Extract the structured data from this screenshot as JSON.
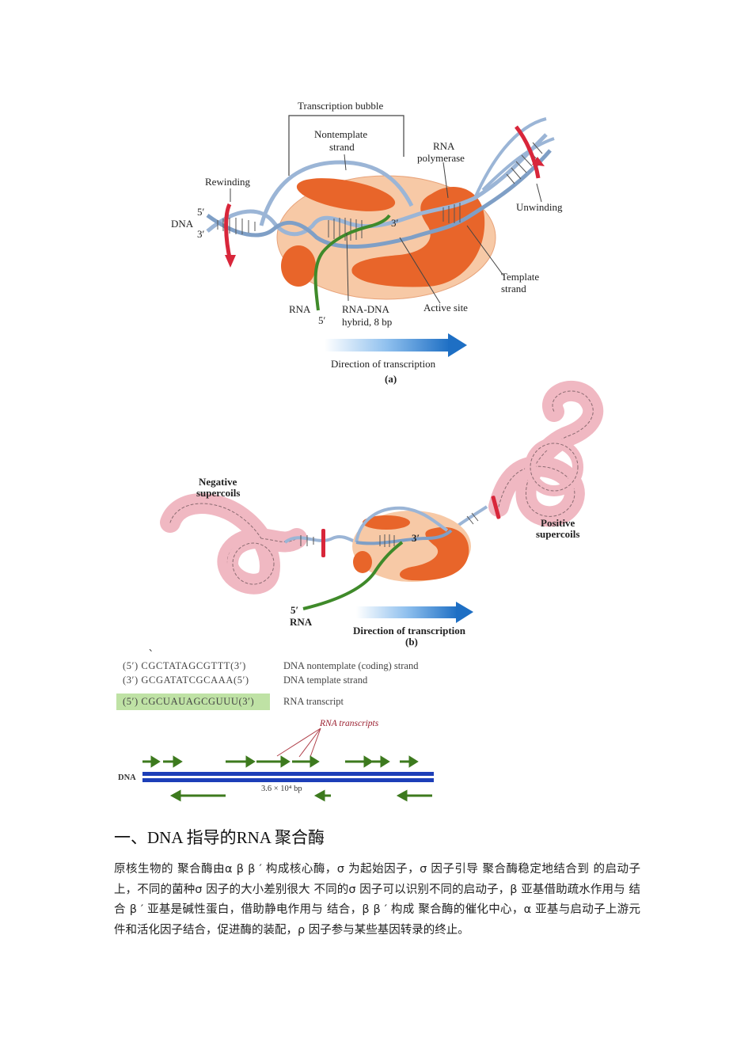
{
  "figure_a": {
    "labels": {
      "transcription_bubble": "Transcription bubble",
      "nontemplate_1": "Nontemplate",
      "nontemplate_2": "strand",
      "rna_polymerase_1": "RNA",
      "rna_polymerase_2": "polymerase",
      "rewinding": "Rewinding",
      "dna": "DNA",
      "five_prime": "5′",
      "three_prime": "3′",
      "three_prime_inner": "3′",
      "unwinding": "Unwinding",
      "template_1": "Template",
      "template_2": "strand",
      "rna": "RNA",
      "rna_five_prime": "5′",
      "hybrid_1": "RNA-DNA",
      "hybrid_2": "hybrid, 8 bp",
      "active_site": "Active site",
      "direction": "Direction of transcription",
      "panel": "(a)"
    }
  },
  "figure_b": {
    "labels": {
      "negative_1": "Negative",
      "negative_2": "supercoils",
      "positive_1": "Positive",
      "positive_2": "supercoils",
      "three_prime": "3′",
      "rna_five_prime": "5′",
      "rna": "RNA",
      "direction": "Direction of transcription",
      "panel": "(b)"
    },
    "stray_mark": "、"
  },
  "sequences": [
    {
      "seq": "(5′) CGCTATAGCGTTT(3′)",
      "desc": "DNA nontemplate (coding) strand"
    },
    {
      "seq": "(3′) GCGATATCGCAAA(5′)",
      "desc": "DNA template strand"
    },
    {
      "seq": "(5′) CGCUAUAGCGUUU(3′)",
      "desc": "RNA transcript"
    }
  ],
  "genome_map": {
    "rna_transcripts": "RNA transcripts",
    "dna": "DNA",
    "size": "3.6 × 10⁴ bp"
  },
  "colors": {
    "polymerase_light": "#f7c9a6",
    "polymerase_dark": "#e8652a",
    "dna_strand": "#9bb5d6",
    "rna_green": "#3f8a2a",
    "arrow_blue": "#1e6fc4",
    "rewind_red": "#d8263a",
    "supercoil_pink": "#f0b8c2",
    "map_blue": "#1d3fb8",
    "map_arrow": "#3d7a1e",
    "rna_box": "#bfe2a5"
  },
  "section": {
    "heading": "一、DNA  指导的RNA  聚合酶",
    "paragraph": "原核生物的      聚合酶由α   β β ′ 构成核心酶，σ 为起始因子，σ 因子引导      聚合酶稳定地结合到      的启动子上，不同的菌种σ 因子的大小差别很大  不同的σ 因子可以识别不同的启动子，β 亚基借助疏水作用与      结合  β ′ 亚基是碱性蛋白，借助静电作用与      结合，β β ′ 构成      聚合酶的催化中心，α 亚基与启动子上游元件和活化因子结合，促进酶的装配，ρ 因子参与某些基因转录的终止。"
  }
}
